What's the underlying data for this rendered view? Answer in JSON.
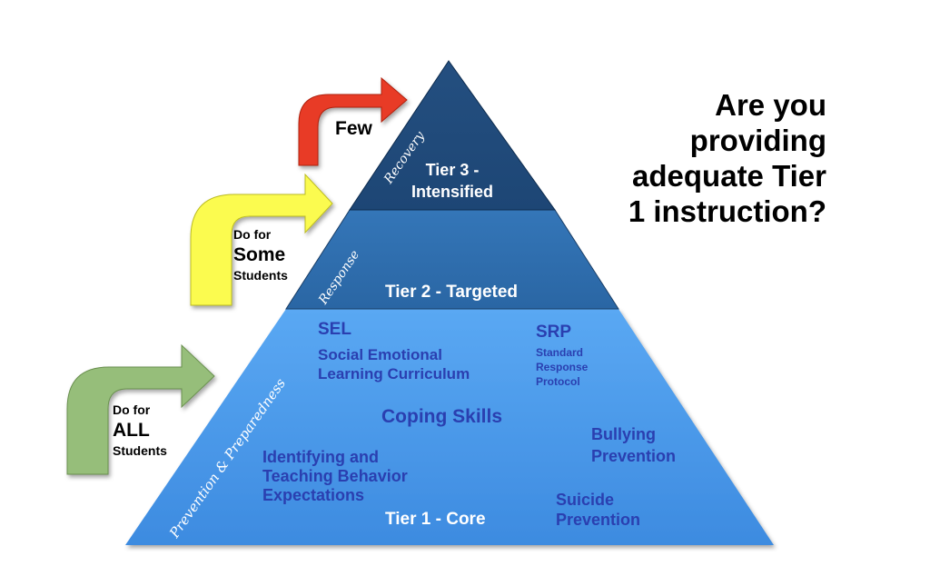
{
  "question": {
    "line1": "Are you",
    "line2": "providing",
    "line3": "adequate Tier",
    "line4": "1 instruction?"
  },
  "tiers": {
    "tier3": {
      "line1": "Tier 3 -",
      "line2": "Intensified",
      "side_label": "Recovery",
      "color": "#1f4c7d"
    },
    "tier2": {
      "label": "Tier 2 - Targeted",
      "side_label": "Response",
      "color": "#2c6cab"
    },
    "tier1": {
      "label": "Tier 1 - Core",
      "side_label": "Prevention & Preparedness",
      "color": "#4ea0ee"
    }
  },
  "arrows": {
    "few": {
      "label": "Few",
      "color": "#e83a25"
    },
    "some": {
      "line1": "Do for",
      "line2": "Some",
      "line3": "Students",
      "color": "#fbfb4f"
    },
    "all": {
      "line1": "Do for",
      "line2": "ALL",
      "line3": "Students",
      "color": "#96be7a"
    }
  },
  "tier1_items": {
    "sel": {
      "title": "SEL",
      "line1": "Social Emotional",
      "line2": "Learning Curriculum"
    },
    "srp": {
      "title": "SRP",
      "line1": "Standard",
      "line2": "Response",
      "line3": "Protocol"
    },
    "coping": "Coping Skills",
    "bullying": {
      "line1": "Bullying",
      "line2": "Prevention"
    },
    "behavior": {
      "line1": "Identifying and",
      "line2": "Teaching Behavior",
      "line3": "Expectations"
    },
    "suicide": {
      "line1": "Suicide",
      "line2": "Prevention"
    }
  }
}
